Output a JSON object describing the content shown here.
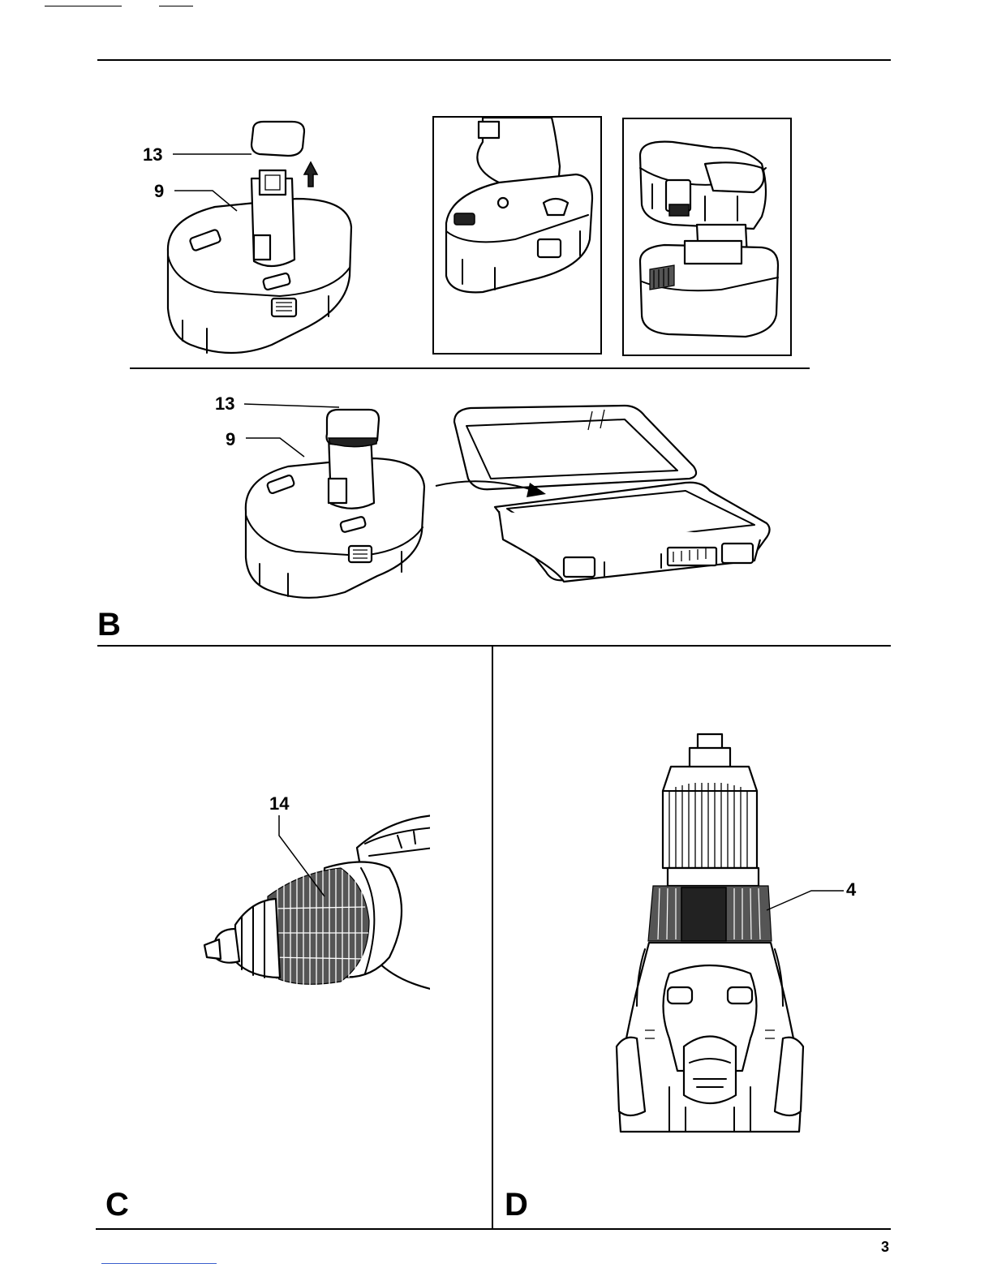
{
  "figures": {
    "b": {
      "letter": "B",
      "callouts": {
        "cap": "13",
        "battery": "9",
        "cap2": "13",
        "battery2": "9"
      }
    },
    "c": {
      "letter": "C",
      "callouts": {
        "sleeve": "14"
      }
    },
    "d": {
      "letter": "D",
      "callouts": {
        "collar": "4"
      }
    }
  },
  "page": {
    "number": "3"
  }
}
